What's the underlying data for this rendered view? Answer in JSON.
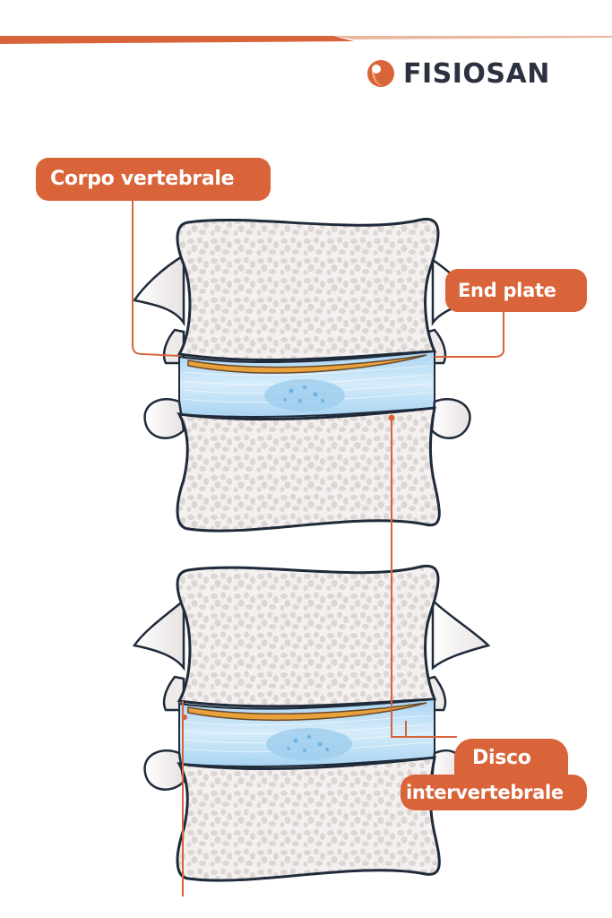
{
  "brand": {
    "name": "FISIOSAN",
    "logo_icon": "orange-circle-logo-icon",
    "accent_color": "#d9643a",
    "text_color": "#2b3140"
  },
  "colors": {
    "bone_outline": "#1f2a3a",
    "bone_fill": "#f3f0ef",
    "trabecular": "#dcd6d4",
    "disc_blue": "#bfe0f6",
    "nucleus_blue": "#8fc8ec",
    "end_plate": "#e9a23b",
    "leader": "#d9643a"
  },
  "labels": {
    "vertebral_body": "Corpo vertebrale",
    "end_plate": "End plate",
    "disc_line1": "Disco",
    "disc_line2": "intervertebrale"
  }
}
